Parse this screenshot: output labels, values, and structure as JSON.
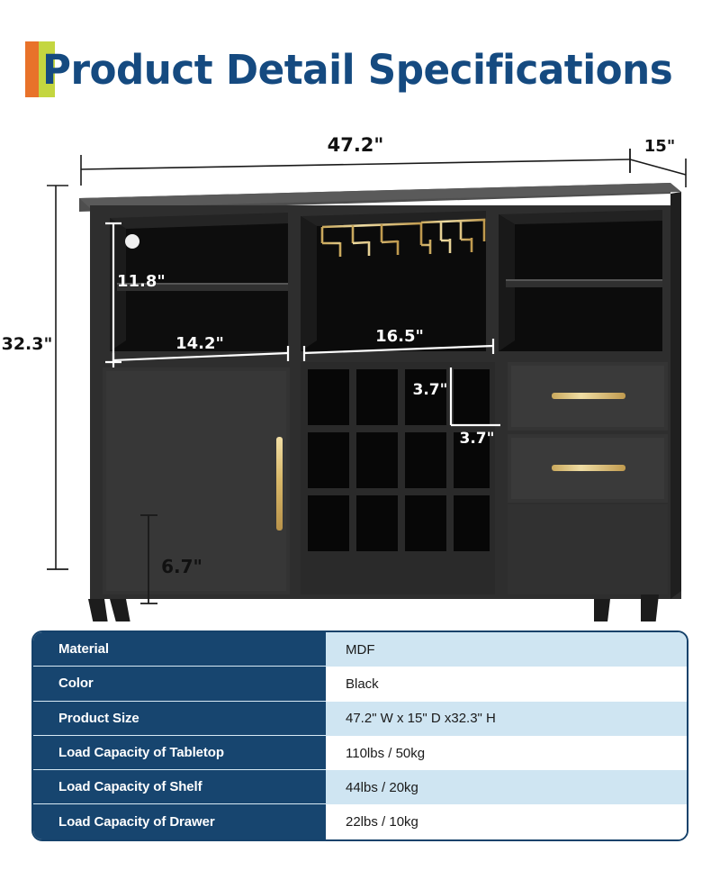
{
  "header": {
    "title": "Product Detail Specifications",
    "title_color": "#154a80",
    "accent_colors": [
      "#e8722a",
      "#c4d640"
    ]
  },
  "diagram": {
    "name": "wine-bar-cabinet-dimension-diagram",
    "body_color": "#2b2b2b",
    "gold_color": "#d9b96a",
    "dimensions": {
      "overall_width": "47.2\"",
      "overall_depth": "15\"",
      "overall_height": "32.3\"",
      "upper_compartment_height": "11.8\"",
      "left_compartment_width": "14.2\"",
      "center_compartment_width": "16.5\"",
      "cubby_height": "3.7\"",
      "cubby_width": "3.7\"",
      "leg_height": "6.7\""
    },
    "features": {
      "cubby_rows": 3,
      "cubby_columns": 4,
      "drawer_count": 2,
      "door_count": 1,
      "glass_rack_rails": 3,
      "leg_count": 4
    }
  },
  "spec_table": {
    "rows": [
      {
        "label": "Material",
        "value": "MDF"
      },
      {
        "label": "Color",
        "value": "Black"
      },
      {
        "label": "Product Size",
        "value": "47.2\" W x 15\" D x32.3\" H"
      },
      {
        "label": "Load Capacity of Tabletop",
        "value": "110lbs / 50kg"
      },
      {
        "label": "Load Capacity of Shelf",
        "value": "44lbs / 20kg"
      },
      {
        "label": "Load Capacity of Drawer",
        "value": "22lbs / 10kg"
      }
    ],
    "label_bg": "#17456f",
    "alt_row_bg": "#cfe5f2",
    "border_color": "#15426b"
  }
}
